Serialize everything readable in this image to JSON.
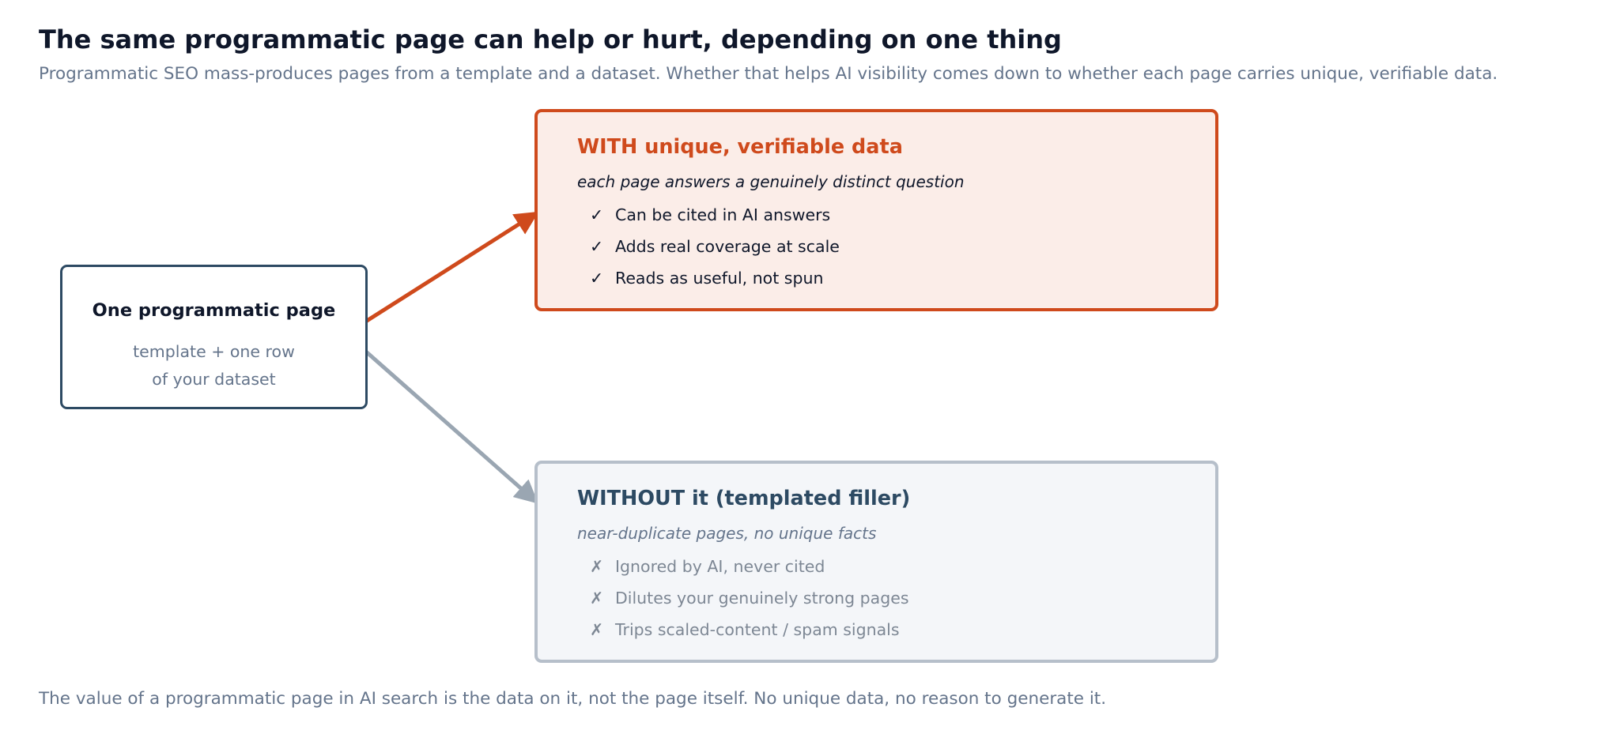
{
  "header": {
    "title": "The same programmatic page can help or hurt, depending on one thing",
    "subtitle": "Programmatic SEO mass-produces pages from a template and a dataset. Whether that helps AI visibility comes down to whether each page carries unique, verifiable data."
  },
  "source": {
    "title": "One programmatic page",
    "subtitle_lines": [
      "template + one row",
      "of your dataset"
    ]
  },
  "outcomes": {
    "with_data": {
      "heading": "WITH unique, verifiable data",
      "tagline": "each page answers a genuinely distinct question",
      "mark": "✓",
      "items": [
        "Can be cited in AI answers",
        "Adds real coverage at scale",
        "Reads as useful, not spun"
      ]
    },
    "without_data": {
      "heading": "WITHOUT it (templated filler)",
      "tagline": "near-duplicate pages, no unique facts",
      "mark": "✗",
      "items": [
        "Ignored by AI, never cited",
        "Dilutes your genuinely strong pages",
        "Trips scaled-content / spam signals"
      ]
    }
  },
  "footer": {
    "note": "The value of a programmatic page in AI search is the data on it, not the page itself. No unique data, no reason to generate it."
  },
  "colors": {
    "accent": "#cf4a1c",
    "accent_fill": "#fbede8",
    "neutral_border": "#b6bfca",
    "neutral_fill": "#f4f6f9",
    "navy": "#2d4a63",
    "muted_text": "#64748b",
    "arrow_gray": "#9aa6b2"
  }
}
